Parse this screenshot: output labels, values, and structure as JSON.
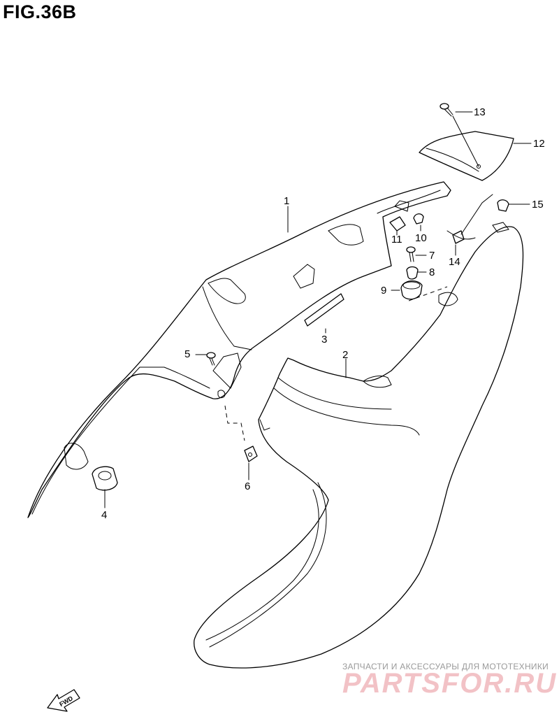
{
  "title": "FIG.36B",
  "callouts": [
    {
      "id": "1",
      "label": "1"
    },
    {
      "id": "2",
      "label": "2"
    },
    {
      "id": "3",
      "label": "3"
    },
    {
      "id": "4",
      "label": "4"
    },
    {
      "id": "5",
      "label": "5"
    },
    {
      "id": "6",
      "label": "6"
    },
    {
      "id": "7",
      "label": "7"
    },
    {
      "id": "8",
      "label": "8"
    },
    {
      "id": "9",
      "label": "9"
    },
    {
      "id": "10",
      "label": "10"
    },
    {
      "id": "11",
      "label": "11"
    },
    {
      "id": "12",
      "label": "12"
    },
    {
      "id": "13",
      "label": "13"
    },
    {
      "id": "14",
      "label": "14"
    },
    {
      "id": "15",
      "label": "15"
    }
  ],
  "fwd_label": "FWD",
  "watermark": {
    "line1": "ЗАПЧАСТИ И АКСЕССУАРЫ ДЛЯ МОТОТЕХНИКИ",
    "line2": "PARTSFOR.RU"
  }
}
